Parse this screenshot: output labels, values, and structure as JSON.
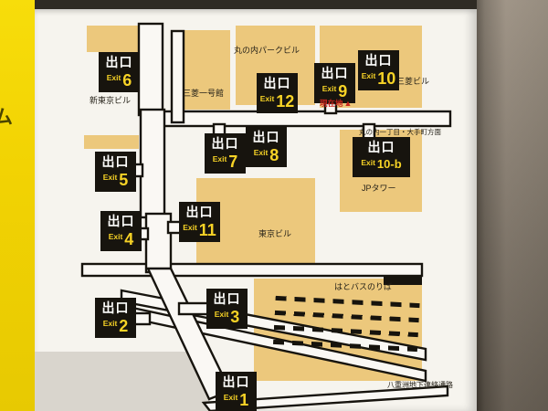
{
  "frame": {
    "side_label": "ム"
  },
  "exits": {
    "kanji": "出口",
    "word": "Exit",
    "numbers": {
      "e1": "1",
      "e2": "2",
      "e3": "3",
      "e4": "4",
      "e5": "5",
      "e6": "6",
      "e7": "7",
      "e8": "8",
      "e9": "9",
      "e10": "10",
      "e10b": "10-b",
      "e11": "11",
      "e12": "12"
    }
  },
  "labels": {
    "marunouchi_park_bldg": "丸の内パークビル",
    "mitsubishi_ichigokan": "三菱一号館",
    "shin_tokyo_bldg": "新東京ビル",
    "mitsubishi_bldg": "三菱ビル",
    "jp_tower": "JPタワー",
    "tokyo_bldg": "東京ビル",
    "hato_bus_stop": "はとバスのりば",
    "yaesu_underground_passage": "八重洲地下連絡通路",
    "direction_note": "丸の内一丁目・大手町方面",
    "current_location": "現在地",
    "current_location_glyph": "▲"
  },
  "colors": {
    "frame_yellow": "#f2d303",
    "building_tan": "#ecc87c",
    "sign_black": "#17140e",
    "exit_yellow": "#f7d326",
    "current_red": "#c9241d"
  }
}
